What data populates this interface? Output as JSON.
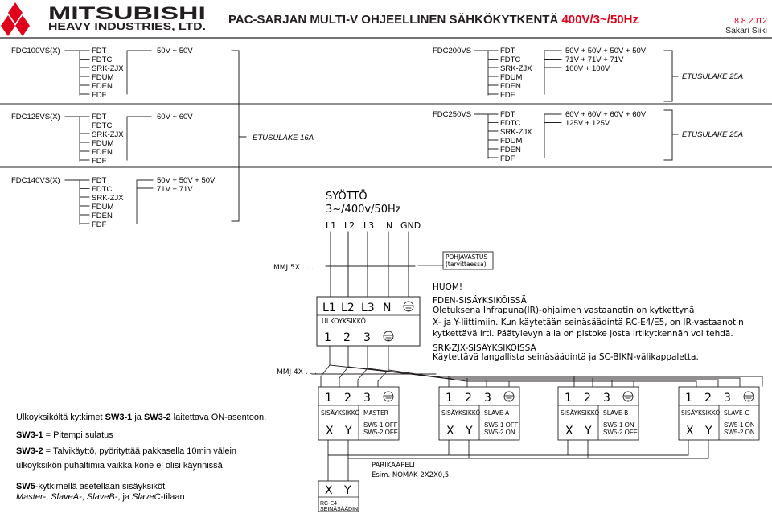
{
  "header": {
    "logo_line1": "MITSUBISHI",
    "logo_line2": "HEAVY INDUSTRIES, LTD.",
    "title_prefix": "PAC-SARJAN MULTI-V OHJEELLINEN SÄHKÖKYTKENTÄ ",
    "title_highlight": "400V/3~/50Hz",
    "date": "8.8.2012",
    "author": "Sakari Siiki"
  },
  "colors": {
    "accent_red": "#e0001a",
    "line": "#231f20"
  },
  "units": [
    {
      "model": "FDC100VS(X)",
      "indoor_types": [
        "FDT",
        "FDTC",
        "SRK-ZJX",
        "FDUM",
        "FDEN",
        "FDF"
      ],
      "combos": [
        "50V + 50V"
      ]
    },
    {
      "model": "FDC125VS(X)",
      "indoor_types": [
        "FDT",
        "FDTC",
        "SRK-ZJX",
        "FDUM",
        "FDEN",
        "FDF"
      ],
      "combos": [
        "60V + 60V"
      ]
    },
    {
      "model": "FDC140VS(X)",
      "indoor_types": [
        "FDT",
        "FDTC",
        "SRK-ZJX",
        "FDUM",
        "FDEN",
        "FDF"
      ],
      "combos": [
        "50V + 50V + 50V",
        "71V + 71V"
      ]
    },
    {
      "model": "FDC200VS",
      "indoor_types": [
        "FDT",
        "FDTC",
        "SRK-ZJX",
        "FDUM",
        "FDEN",
        "FDF"
      ],
      "combos": [
        "50V + 50V + 50V + 50V",
        "71V + 71V + 71V",
        "100V + 100V"
      ]
    },
    {
      "model": "FDC250VS",
      "indoor_types": [
        "FDT",
        "FDTC",
        "SRK-ZJX",
        "FDUM",
        "FDEN",
        "FDF"
      ],
      "combos": [
        "60V + 60V + 60V + 60V",
        "125V + 125V"
      ]
    }
  ],
  "fuses": {
    "small": "ETUSULAKE 16A",
    "large_1": "ETUSULAKE 25A",
    "large_2": "ETUSULAKE 25A"
  },
  "supply": {
    "line1": "SYÖTTÖ",
    "line2": "3~/400v/50Hz",
    "terminals": [
      "L1",
      "L2",
      "L3",
      "N",
      "GND"
    ]
  },
  "cables": {
    "supply_cable": "MMJ 5X . . .",
    "indoor_cable": "MMJ 4X . . .",
    "heater_line1": "POHJAVASTUS",
    "heater_line2": "(tarvittaessa)"
  },
  "outdoor": {
    "terminals": [
      "L1",
      "L2",
      "L3",
      "N"
    ],
    "label": "ULKOYKSIKKÖ",
    "numbers": [
      "1",
      "2",
      "3"
    ]
  },
  "notes": {
    "title": "HUOM!",
    "fden_title": "FDEN-SISÄYKSIKÖISSÄ",
    "fden_1": "Oletuksena Infrapuna(IR)-ohjaimen vastaanotin on kytkettynä",
    "fden_2": "X- ja Y-liittimiin. Kun käytetään seinäsäädintä RC-E4/E5, on IR-vastaanotin",
    "fden_3": "kytkettävä irti. Päätylevyn alla on pistoke josta irtikytkennän voi tehdä.",
    "srk_title": "SRK-ZJX-SISÄYKSIKÖISSÄ",
    "srk_1": "Käytettävä langallista seinäsäädintä ja SC-BIKN-välikappaletta."
  },
  "indoor_units": [
    {
      "label": "SISÄYKSIKKÖ",
      "role": "MASTER",
      "sw1": "SW5-1 OFF",
      "sw2": "SW5-2 OFF"
    },
    {
      "label": "SISÄYKSIKKÖ",
      "role": "SLAVE-A",
      "sw1": "SW5-1 OFF",
      "sw2": "SW5-2 ON"
    },
    {
      "label": "SISÄYKSIKKÖ",
      "role": "SLAVE-B",
      "sw1": "SW5-1 ON",
      "sw2": "SW5-2 OFF"
    },
    {
      "label": "SISÄYKSIKKÖ",
      "role": "SLAVE-C",
      "sw1": "SW5-1 ON",
      "sw2": "SW5-2 ON"
    }
  ],
  "terminal_numbers": [
    "1",
    "2",
    "3"
  ],
  "xy": [
    "X",
    "Y"
  ],
  "pair_cable": {
    "line1": "PARIKAAPELI",
    "line2": "Esim. NOMAK 2X2X0,5"
  },
  "controller": {
    "line1": "RC-E4",
    "line2": "SEINÄSÄÄDIN"
  },
  "instructions": {
    "l1_pre": "Ulkoyksiköltä kytkimet ",
    "l1_b1": "SW3-1",
    "l1_mid": " ja ",
    "l1_b2": "SW3-2",
    "l1_post": " laitettava ON-asentoon.",
    "l2_b": "SW3-1",
    "l2_post": " = Pitempi sulatus",
    "l3_b": "SW3-2",
    "l3_post": " = Talvikäyttö, pyörityttää pakkasella 10min välein",
    "l4": "ulkoyksikön puhaltimia vaikka kone ei olisi käynnissä",
    "l5_b": "SW5",
    "l5_post": "-kytkimellä asetellaan sisäyksiköt",
    "l6_i1": "Master-",
    "l6_s1": ", ",
    "l6_i2": "SlaveA-",
    "l6_s2": ", ",
    "l6_i3": "SlaveB-",
    "l6_s3": ", ja ",
    "l6_i4": "SlaveC",
    "l6_post": "-tilaan"
  }
}
